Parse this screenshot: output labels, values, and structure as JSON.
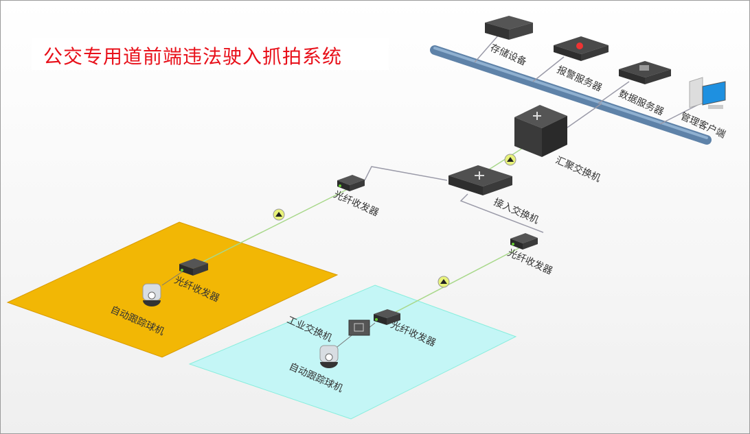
{
  "title": "公交专用道前端违法驶入抓拍系统",
  "labels": {
    "storage": "存储设备",
    "alarm_server": "报警服务器",
    "data_server": "数据服务器",
    "mgmt_client": "管理客户端",
    "aggregation_switch": "汇聚交换机",
    "access_switch": "接入交换机",
    "fiber_top": "光纤收发器",
    "fiber_right": "光纤收发器",
    "fiber_orange": "光纤收发器",
    "camera_orange": "自动跟踪球机",
    "industrial_switch": "工业交换机",
    "fiber_cyan": "光纤收发器",
    "camera_cyan": "自动跟踪球机"
  },
  "colors": {
    "title": "#e8101a",
    "bus": "#6f93b8",
    "orange_zone": "#f2b705",
    "cyan_zone": "#bff5f5",
    "fiber_line": "#a8d88a"
  }
}
